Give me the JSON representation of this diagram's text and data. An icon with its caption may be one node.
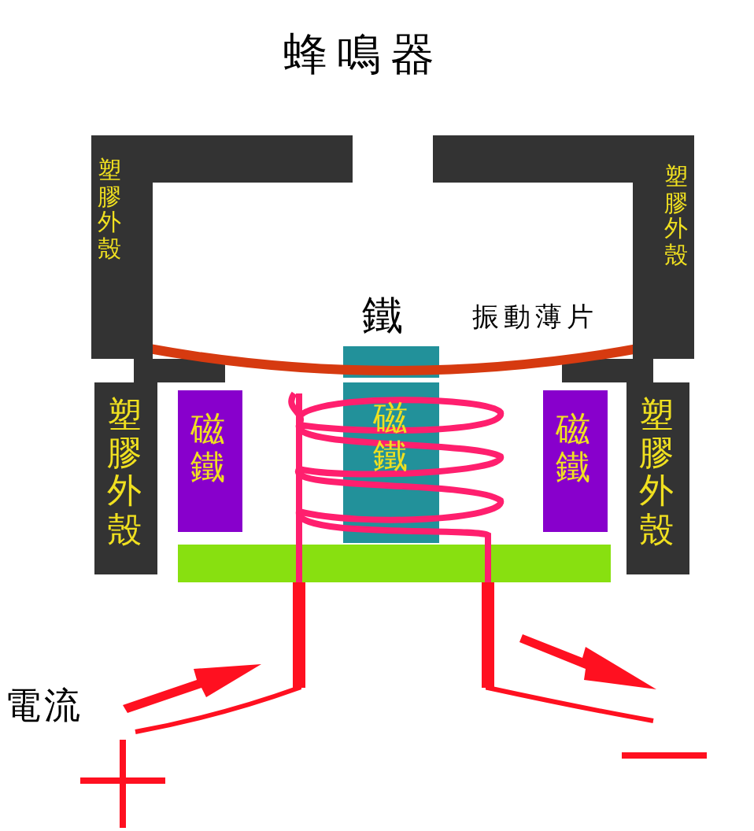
{
  "diagram": {
    "title": "蜂鳴器",
    "nodes": [
      {
        "text": [
          "塑膠外殼"
        ]
      },
      {
        "text": [
          "塑膠外殼"
        ]
      },
      {
        "text": [
          "塑膠外殼"
        ]
      },
      {
        "text": [
          "塑膠外殼"
        ]
      },
      {
        "text": [
          "磁鐵"
        ]
      },
      {
        "text": [
          "磁鐵"
        ]
      },
      {
        "text": [
          "磁鐵"
        ]
      },
      {
        "text": [],
        "shape": "bar"
      }
    ],
    "labels": [
      "鐵",
      "振動薄片",
      "電流"
    ]
  }
}
